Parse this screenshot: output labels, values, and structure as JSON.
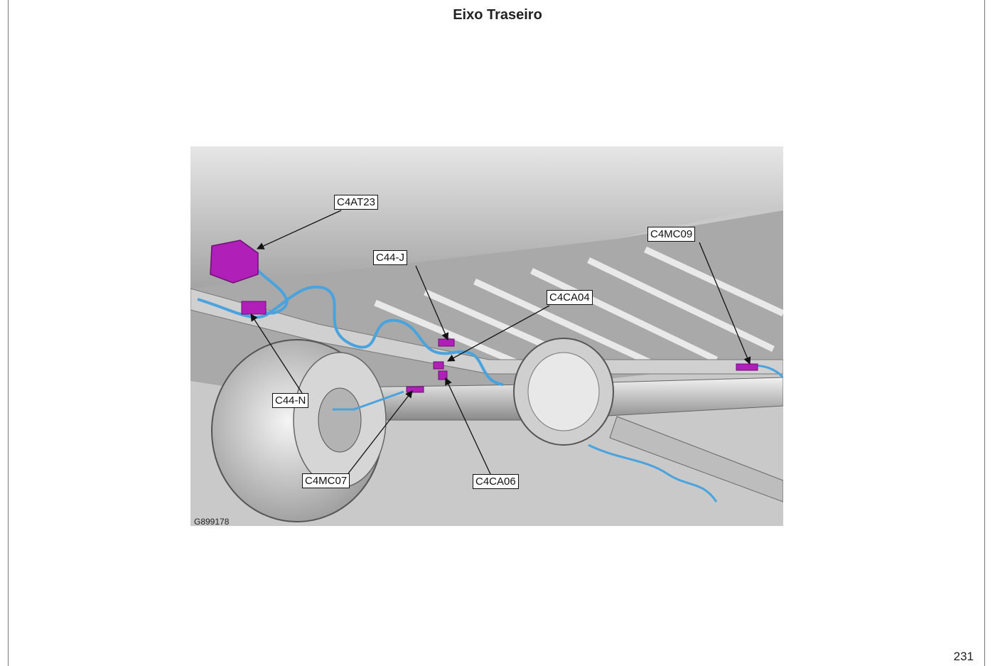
{
  "header": {
    "title": "Eixo Traseiro"
  },
  "figure": {
    "id": "G899178",
    "callouts": {
      "c4at23": "C4AT23",
      "c44j": "C44-J",
      "c4ca04": "C4CA04",
      "c4mc09": "C4MC09",
      "c44n": "C44-N",
      "c4mc07": "C4MC07",
      "c4ca06": "C4CA06"
    },
    "colors": {
      "connector": "#b01fb8",
      "harness": "#4aa3dc",
      "body": "#d8d8d8"
    }
  },
  "footer": {
    "page_number": "231"
  }
}
